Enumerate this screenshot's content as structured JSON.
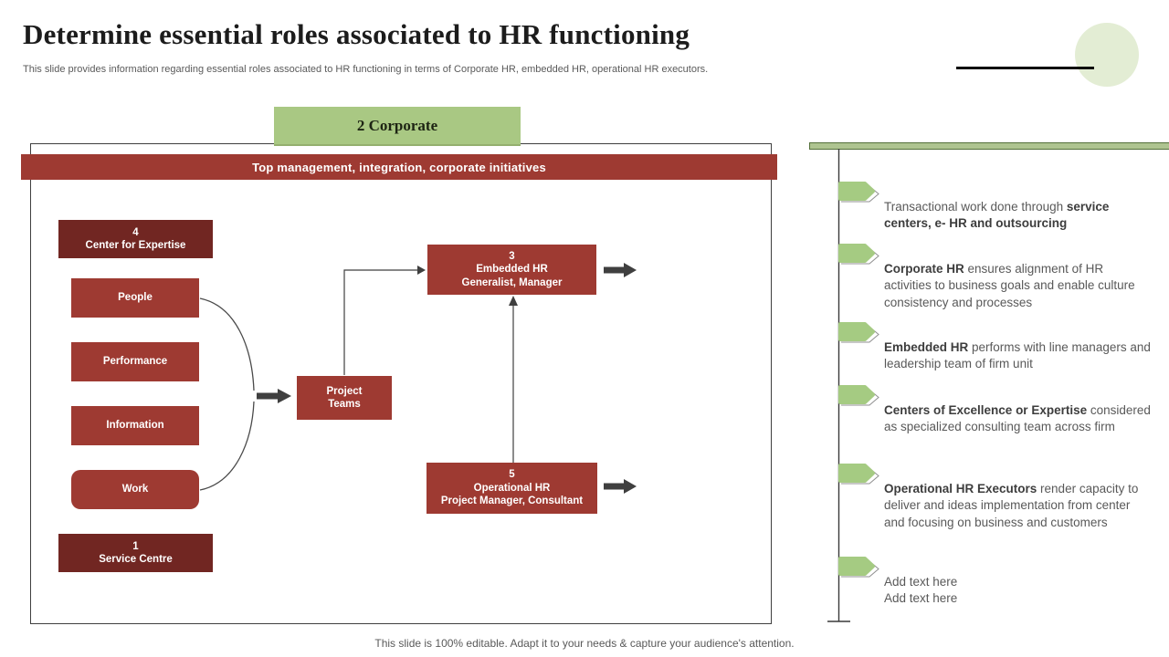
{
  "slide": {
    "title": "Determine essential roles associated to HR functioning",
    "subtitle": "This slide provides information regarding essential roles associated to HR functioning in terms of Corporate HR, embedded HR, operational HR executors.",
    "footer": "This slide is 100% editable. Adapt it to your needs & capture your audience's attention."
  },
  "diagram": {
    "category_label": "2 Corporate",
    "header_bar": "Top management, integration, corporate initiatives",
    "boxes": {
      "center_expertise": "4\nCenter for Expertise",
      "people": "People",
      "performance": "Performance",
      "information": "Information",
      "work": "Work",
      "service_centre": "1\nService Centre",
      "project_teams": "Project\nTeams",
      "embedded_hr": "3\nEmbedded HR\nGeneralist, Manager",
      "operational_hr": "5\nOperational HR\nProject Manager, Consultant"
    }
  },
  "bullets": [
    {
      "pre": "Transactional work done through ",
      "bold": "service centers, e- HR and outsourcing",
      "post": ""
    },
    {
      "pre": "",
      "bold": "Corporate HR",
      "post": " ensures alignment of HR activities to business goals and enable culture consistency and processes"
    },
    {
      "pre": "",
      "bold": "Embedded HR",
      "post": " performs with line managers and leadership team of firm unit"
    },
    {
      "pre": "",
      "bold": "Centers of Excellence or Expertise",
      "post": " considered as specialized consulting team across firm"
    },
    {
      "pre": "",
      "bold": "Operational HR Executors",
      "post": " render capacity to deliver and ideas implementation from center and focusing on business and customers"
    },
    {
      "pre": "Add text here\nAdd text here",
      "bold": "",
      "post": ""
    }
  ],
  "colors": {
    "accent_red": "#9e3a32",
    "dark_maroon": "#712622",
    "light_green": "#a9c883",
    "pennant_green": "#a5cb82",
    "pale_green_circle": "#e3edd4"
  }
}
